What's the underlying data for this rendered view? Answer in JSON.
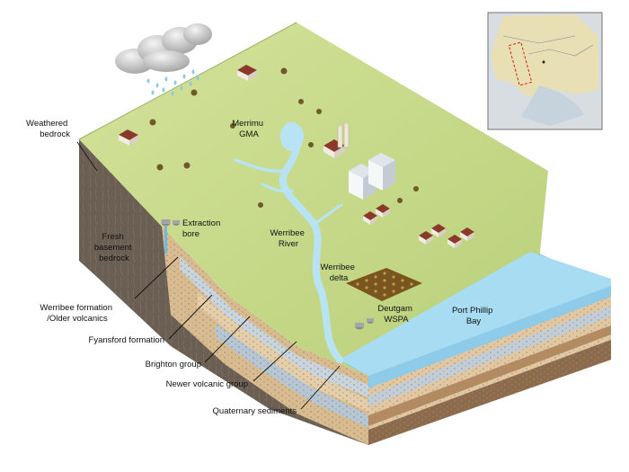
{
  "labels": {
    "weathered_bedrock": [
      "Weathered",
      "bedrock"
    ],
    "fresh_bedrock": [
      "Fresh",
      "basement",
      "bedrock"
    ],
    "extraction_bore": [
      "Extraction",
      "bore"
    ],
    "merrimu_gma": [
      "Merrimu",
      "GMA"
    ],
    "werribee_river": [
      "Werribee",
      "River"
    ],
    "werribee_delta": [
      "Werribee",
      "delta"
    ],
    "deutgam_wspa": [
      "Deutgam",
      "WSPA"
    ],
    "port_phillip_bay": [
      "Port Phillip",
      "Bay"
    ],
    "werribee_formation": [
      "Werribee formation",
      "/Older volcanics"
    ],
    "fyansford_formation": "Fyansford formation",
    "brighton_group": "Brighton group",
    "newer_volcanic_group": "Newer volcanic group",
    "quaternary_sediments": "Quaternary sediments"
  },
  "colors": {
    "land": "#c6d88a",
    "land_dark": "#a9c36a",
    "bedrock": "#6b5e52",
    "bay": "#9fd6ee",
    "river": "#b8e3f5",
    "sediment": "#e3c9a2",
    "tree": "#6f5a2a",
    "house_roof": "#8b3a2a"
  }
}
